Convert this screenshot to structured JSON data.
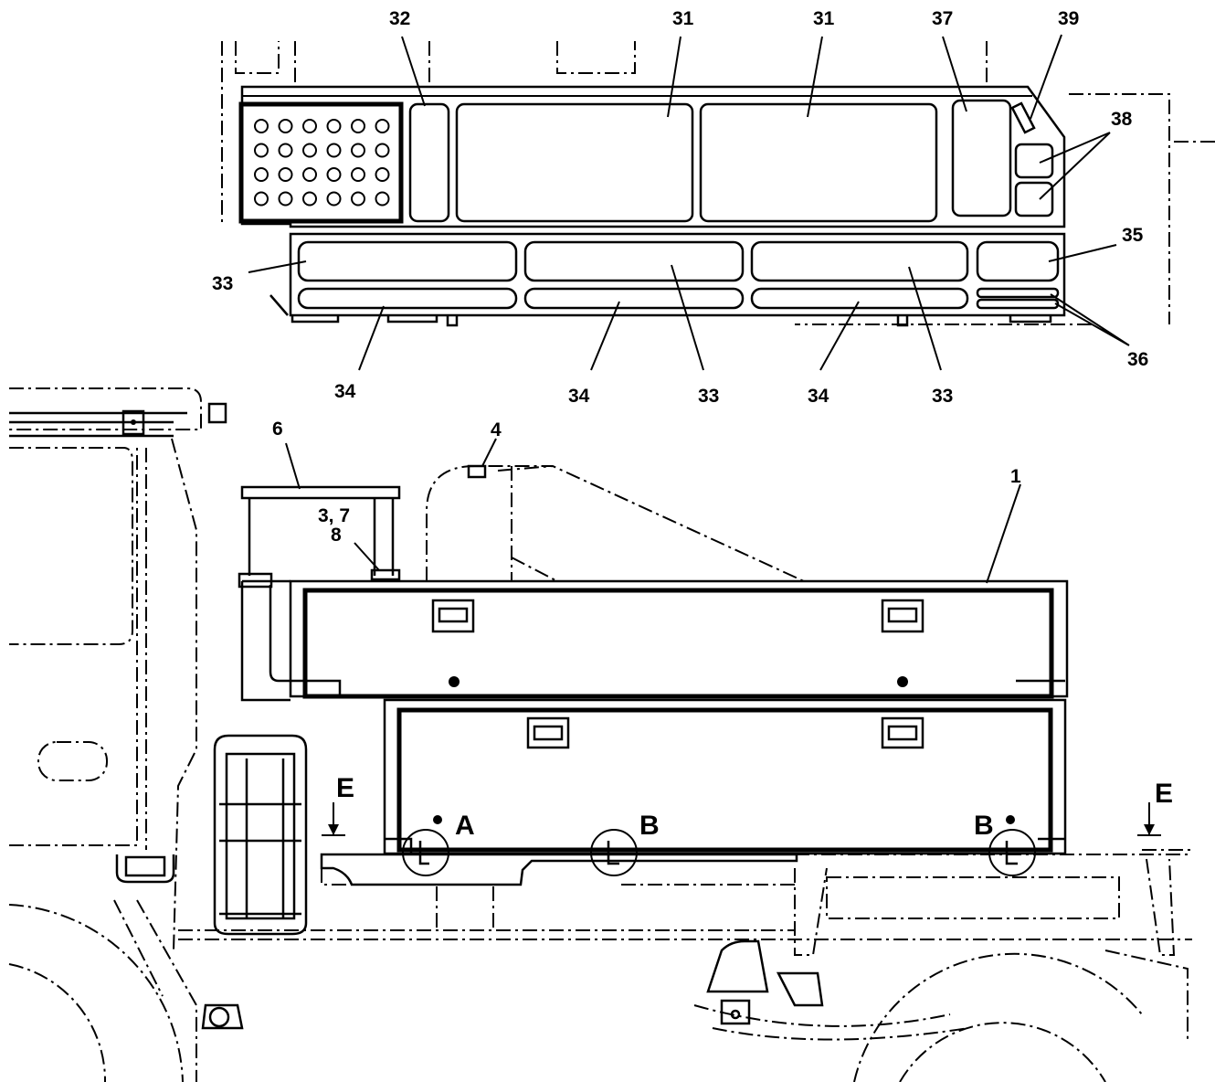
{
  "top_view_labels": {
    "l31a": "31",
    "l31b": "31",
    "l32": "32",
    "l33a": "33",
    "l33b": "33",
    "l33c": "33",
    "l34a": "34",
    "l34b": "34",
    "l34c": "34",
    "l35": "35",
    "l36": "36",
    "l37": "37",
    "l38": "38",
    "l39": "39"
  },
  "side_view_labels": {
    "l1": "1",
    "l4": "4",
    "l6": "6",
    "l37": "3, 7",
    "l8": "8"
  },
  "section_markers": {
    "e_left": "E",
    "e_right": "E"
  },
  "detail_markers": {
    "a": "A",
    "b1": "B",
    "b2": "B"
  },
  "colors": {
    "line": "#000000",
    "background": "#ffffff"
  }
}
